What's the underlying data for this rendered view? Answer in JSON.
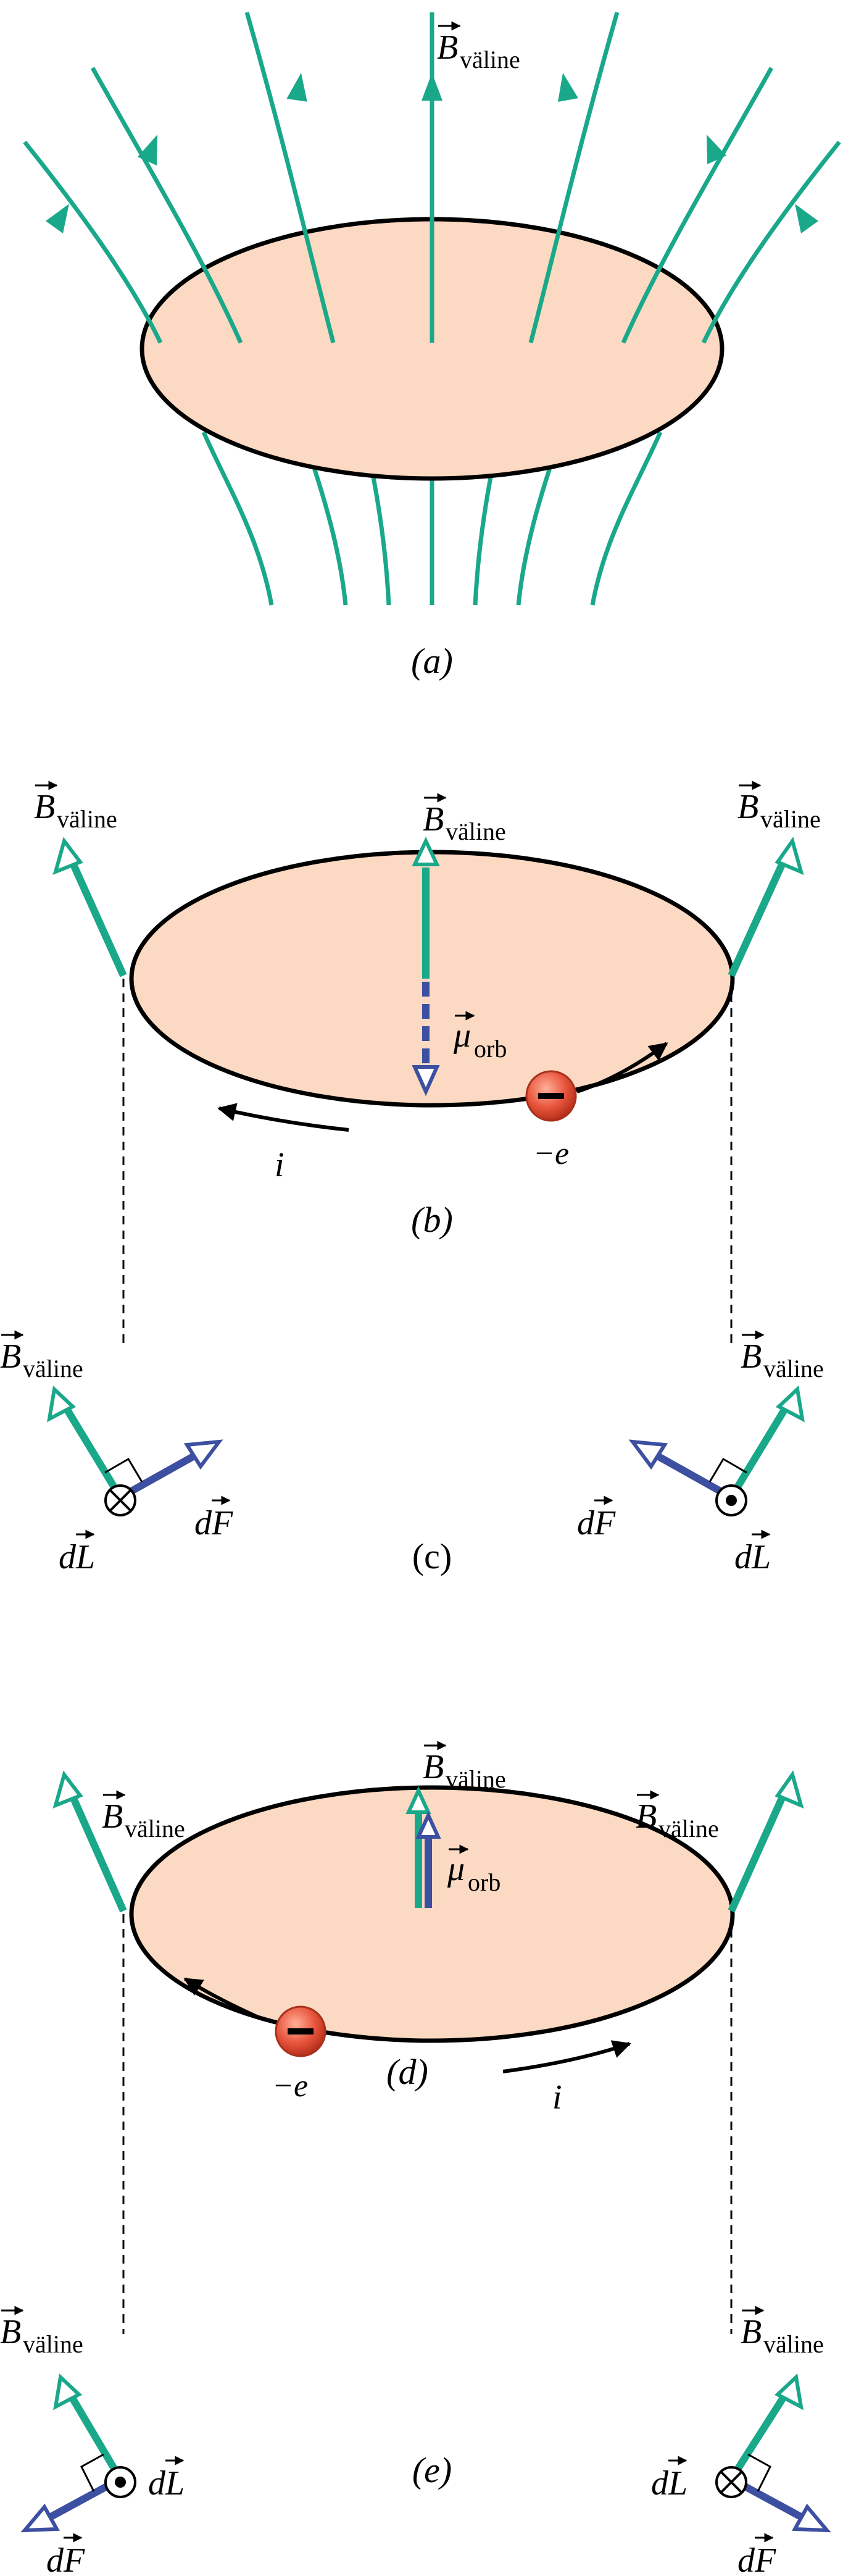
{
  "labels": {
    "B": "B",
    "B_sub": "väline",
    "mu": "μ",
    "mu_sub": "orb",
    "current": "i",
    "charge": "−e",
    "dL": "dL",
    "dF": "dF",
    "electron_sign": "−"
  },
  "captions": {
    "a": "(a)",
    "b": "(b)",
    "c": "(c)",
    "d": "(d)",
    "e": "(e)"
  },
  "colors": {
    "field": "#1aa88a",
    "moment_force": "#3d4fa0",
    "disc_fill": "#fbd9c2",
    "disc_stroke": "#000000",
    "electron": "#e8553c"
  }
}
